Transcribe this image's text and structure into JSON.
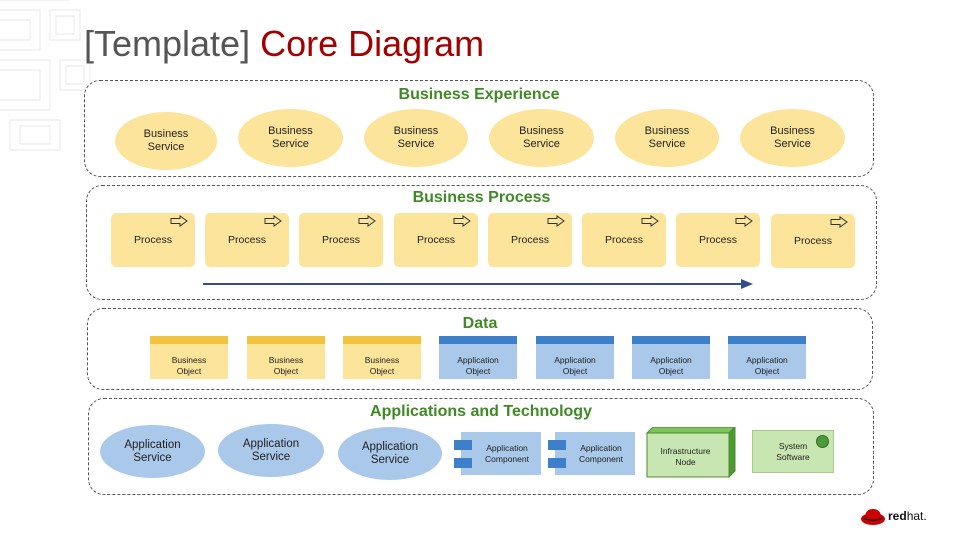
{
  "title": {
    "prefix": "[Template]",
    "main": "Core Diagram"
  },
  "colors": {
    "accent_red": "#a30000",
    "section_green": "#3f8a25",
    "business_yellow": "#fde49b",
    "business_yellow_bar": "#f2c43d",
    "application_blue": "#a9c8ea",
    "application_blue_bar": "#3d7fc9",
    "technology_green": "#c8e6b2",
    "flow_arrow": "#2f4e8c"
  },
  "business_experience": {
    "title": "Business Experience",
    "items": [
      "Business\nService",
      "Business\nService",
      "Business\nService",
      "Business\nService",
      "Business\nService",
      "Business\nService"
    ]
  },
  "business_process": {
    "title": "Business Process",
    "items": [
      "Process",
      "Process",
      "Process",
      "Process",
      "Process",
      "Process",
      "Process",
      "Process"
    ]
  },
  "data": {
    "title": "Data",
    "business_objects": [
      "Business\nObject",
      "Business\nObject",
      "Business\nObject"
    ],
    "application_objects": [
      "Application\nObject",
      "Application\nObject",
      "Application\nObject",
      "Application\nObject"
    ]
  },
  "applications_technology": {
    "title": "Applications and Technology",
    "services": [
      "Application\nService",
      "Application\nService",
      "Application\nService"
    ],
    "components": [
      "Application\nComponent",
      "Application\nComponent"
    ],
    "node": "Infrastructure\nNode",
    "system_software": "System\nSoftware"
  },
  "logo": {
    "bold": "red",
    "thin": "hat."
  }
}
